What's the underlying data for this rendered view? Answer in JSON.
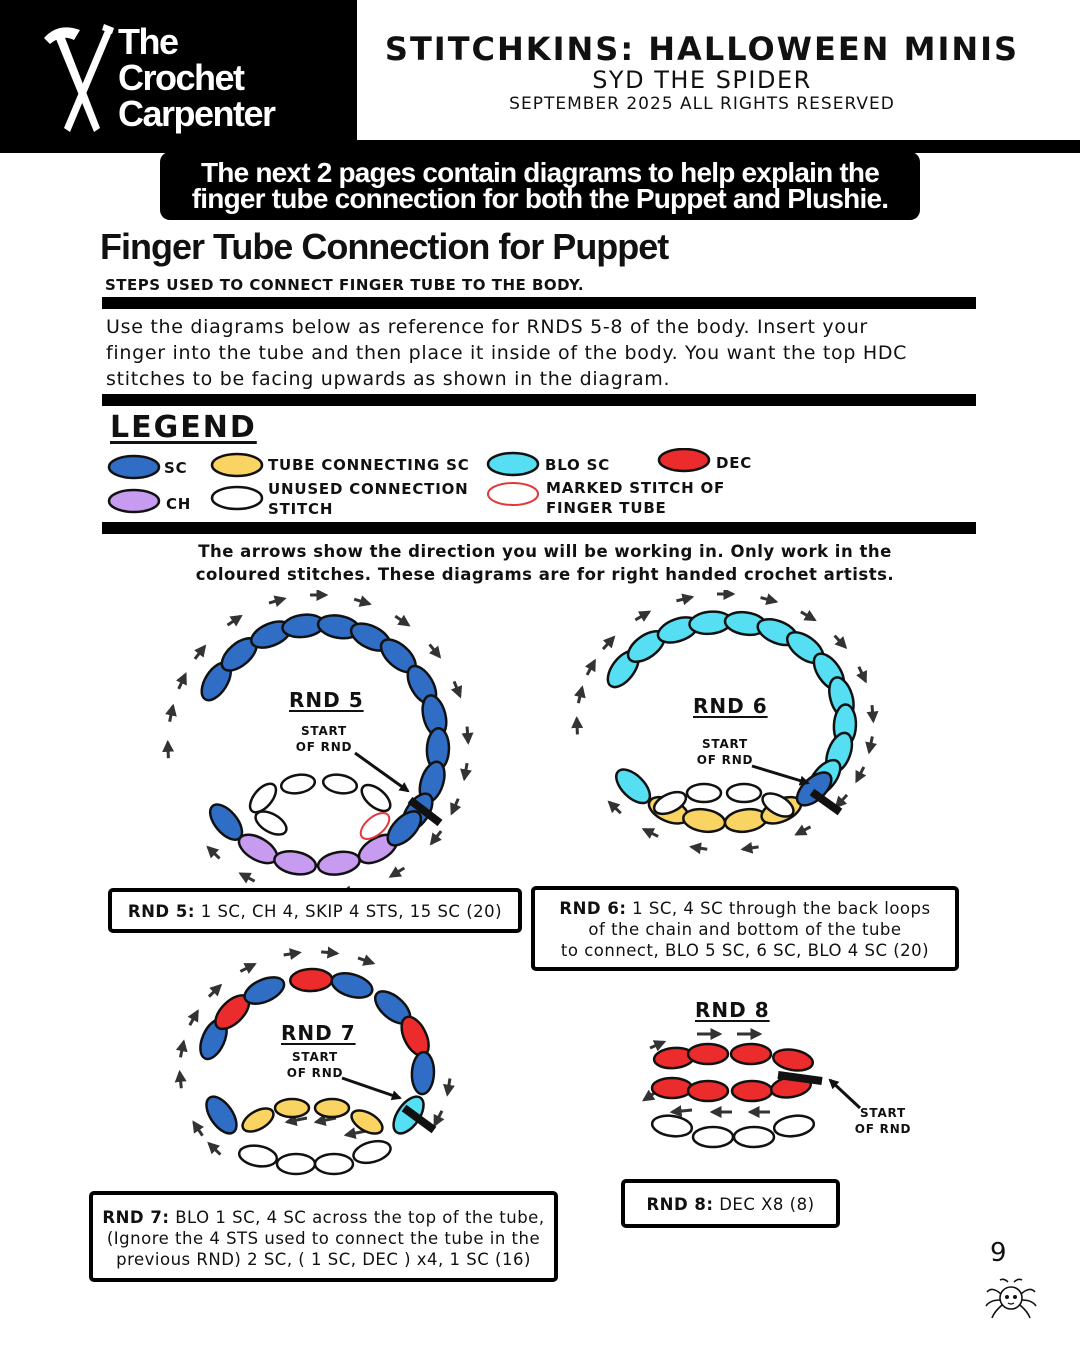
{
  "brand": {
    "line1": "The",
    "line2": "Crochet",
    "line3": "Carpenter"
  },
  "header": {
    "title": "STITCHKINS: HALLOWEEN MINIS",
    "subtitle": "SYD THE SPIDER",
    "copyright": "SEPTEMBER 2025 ALL RIGHTS RESERVED"
  },
  "banner": {
    "line1": "The next 2 pages contain diagrams to help explain the",
    "line2": "finger tube connection for both the Puppet and Plushie."
  },
  "section_title": "Finger Tube Connection for Puppet",
  "steps_label": "STEPS USED TO CONNECT FINGER TUBE TO THE BODY.",
  "intro": {
    "line1": "Use the diagrams below as reference for RNDS 5-8 of the body. Insert your",
    "line2": "finger into the tube and then place it inside of the body. You want the top HDC",
    "line3": "stitches to be facing upwards as shown in the diagram."
  },
  "legend": {
    "title": "LEGEND",
    "sc": "SC",
    "ch": "CH",
    "tube_sc": "TUBE CONNECTING SC",
    "unused_1": "UNUSED CONNECTION",
    "unused_2": "STITCH",
    "blo_sc": "BLO SC",
    "marked_1": "MARKED STITCH OF",
    "marked_2": "FINGER TUBE",
    "dec": "DEC"
  },
  "colors": {
    "sc": "#2f6ec4",
    "ch": "#c79bf0",
    "tube_sc": "#f9d462",
    "blo_sc": "#56dff2",
    "dec": "#ec2c2c",
    "marked": "#e03a3a"
  },
  "arrows_note": {
    "line1": "The arrows show the direction you will be working in. Only work in the",
    "line2": "coloured stitches. These diagrams are for right handed crochet artists."
  },
  "start_label": {
    "line1": "START",
    "line2": "OF RND"
  },
  "rounds": {
    "r5": {
      "title": "RND 5",
      "cap_label": "RND 5:",
      "cap_text": " 1 SC, CH 4, SKIP 4 STS, 15 SC (20)"
    },
    "r6": {
      "title": "RND 6",
      "cap_label": "RND 6:",
      "cap_text1": " 1 SC, 4 SC through the back loops",
      "cap_text2": "of the chain and bottom of the tube",
      "cap_text3": "to connect, BLO 5 SC, 6 SC, BLO 4 SC (20)"
    },
    "r7": {
      "title": "RND 7",
      "cap_label": "RND 7:",
      "cap_text1": " BLO 1 SC, 4 SC across the top of the tube,",
      "cap_text2": "(Ignore the 4 STS used to connect the tube in the",
      "cap_text3": "previous RND) 2 SC, ( 1 SC, DEC ) x4, 1 SC (16)"
    },
    "r8": {
      "title": "RND 8",
      "cap_label": "RND 8:",
      "cap_text": " DEC X8 (8)"
    }
  },
  "page_number": "9"
}
